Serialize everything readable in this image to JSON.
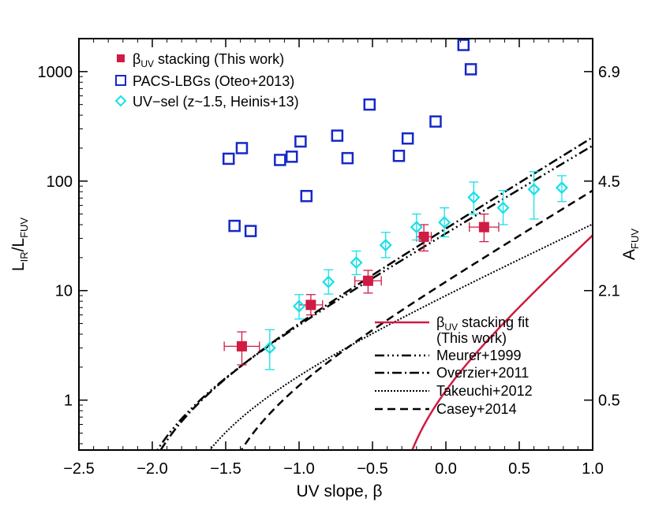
{
  "chart_data": {
    "type": "scatter",
    "xlabel": "UV slope, β",
    "ylabel": {
      "main": "L",
      "sub1": "IR",
      "mid": "/L",
      "sub2": "FUV"
    },
    "y2label": {
      "main": "A",
      "sub": "FUV"
    },
    "xlim": [
      -2.5,
      1.0
    ],
    "ylim": [
      0.35,
      2000
    ],
    "yscale": "log",
    "xticks": [
      -2.5,
      -2.0,
      -1.5,
      -1.0,
      -0.5,
      0.0,
      0.5,
      1.0
    ],
    "xtick_labels": [
      "−2.5",
      "−2.0",
      "−1.5",
      "−1.0",
      "−0.5",
      "0.0",
      "0.5",
      "1.0"
    ],
    "yticks": [
      1,
      10,
      100,
      1000
    ],
    "ytick_labels": [
      "1",
      "10",
      "100",
      "1000"
    ],
    "y2ticks": [
      {
        "irx": 1,
        "label": "0.5"
      },
      {
        "irx": 10,
        "label": "2.1"
      },
      {
        "irx": 100,
        "label": "4.5"
      },
      {
        "irx": 1000,
        "label": "6.9"
      }
    ],
    "colors": {
      "stacking": "#d01b43",
      "pacs": "#1628c8",
      "uvsel": "#18e0e8",
      "axes": "#000000"
    },
    "series": [
      {
        "name": "β_UV stacking (This work)",
        "label_main": "β",
        "label_sub": "UV",
        "label_rest": " stacking (This work)",
        "marker": "filled-square",
        "color": "#d01b43",
        "points": [
          {
            "x": -1.39,
            "y": 3.1,
            "xerr": 0.12,
            "ylo": 2.1,
            "yhi": 4.2
          },
          {
            "x": -0.92,
            "y": 7.4,
            "xerr": 0.08,
            "ylo": 6.0,
            "yhi": 9.2
          },
          {
            "x": -0.53,
            "y": 12.3,
            "xerr": 0.09,
            "ylo": 9.5,
            "yhi": 15.3
          },
          {
            "x": -0.15,
            "y": 31,
            "xerr": 0.05,
            "ylo": 23,
            "yhi": 40
          },
          {
            "x": 0.26,
            "y": 38,
            "xerr": 0.1,
            "ylo": 28,
            "yhi": 50
          }
        ]
      },
      {
        "name": "PACS-LBGs (Oteo+2013)",
        "marker": "open-square",
        "color": "#1628c8",
        "points": [
          {
            "x": -1.48,
            "y": 160
          },
          {
            "x": -1.39,
            "y": 200
          },
          {
            "x": -1.13,
            "y": 156
          },
          {
            "x": -1.05,
            "y": 167
          },
          {
            "x": -0.99,
            "y": 230
          },
          {
            "x": -0.95,
            "y": 73
          },
          {
            "x": -0.74,
            "y": 260
          },
          {
            "x": -0.67,
            "y": 162
          },
          {
            "x": -0.52,
            "y": 500
          },
          {
            "x": -0.32,
            "y": 170
          },
          {
            "x": -0.26,
            "y": 245
          },
          {
            "x": -0.07,
            "y": 350
          },
          {
            "x": 0.12,
            "y": 1750
          },
          {
            "x": 0.17,
            "y": 1050
          },
          {
            "x": -1.44,
            "y": 39
          },
          {
            "x": -1.33,
            "y": 35
          }
        ]
      },
      {
        "name": "UV−sel (z~1.5, Heinis+13)",
        "marker": "open-diamond",
        "color": "#18e0e8",
        "points": [
          {
            "x": -1.2,
            "y": 3.0,
            "ylo": 1.9,
            "yhi": 4.4
          },
          {
            "x": -1.0,
            "y": 7.2,
            "ylo": 5.5,
            "yhi": 9.2
          },
          {
            "x": -0.8,
            "y": 12.0,
            "ylo": 9.3,
            "yhi": 15.5
          },
          {
            "x": -0.61,
            "y": 18,
            "ylo": 14,
            "yhi": 23
          },
          {
            "x": -0.41,
            "y": 26,
            "ylo": 20,
            "yhi": 34
          },
          {
            "x": -0.2,
            "y": 38,
            "ylo": 29,
            "yhi": 50
          },
          {
            "x": -0.01,
            "y": 42,
            "ylo": 31,
            "yhi": 57
          },
          {
            "x": 0.19,
            "y": 71,
            "ylo": 50,
            "yhi": 98
          },
          {
            "x": 0.39,
            "y": 57,
            "ylo": 40,
            "yhi": 82
          },
          {
            "x": 0.6,
            "y": 84,
            "ylo": 45,
            "yhi": 122
          },
          {
            "x": 0.79,
            "y": 87,
            "ylo": 65,
            "yhi": 112
          }
        ]
      }
    ],
    "curves": [
      {
        "name": "β_UV stacking fit (This work)",
        "label_main": "β",
        "label_sub": "UV",
        "label_rest": " stacking fit",
        "label_line2": "(This work)",
        "style": "solid",
        "color": "#d01b43",
        "a": 1.24,
        "b": 3.15
      },
      {
        "name": "Meurer+1999",
        "style": "dash-dot-dot-dot",
        "color": "#000000",
        "a": 4.43,
        "b": 1.99
      },
      {
        "name": "Overzier+2011",
        "style": "dash-dot",
        "color": "#000000",
        "a": 4.54,
        "b": 2.07
      },
      {
        "name": "Takeuchi+2012",
        "style": "dotted",
        "color": "#000000",
        "a": 3.06,
        "b": 1.58
      },
      {
        "name": "Casey+2014",
        "style": "dashed",
        "color": "#000000",
        "a": 3.36,
        "b": 2.04
      }
    ]
  }
}
